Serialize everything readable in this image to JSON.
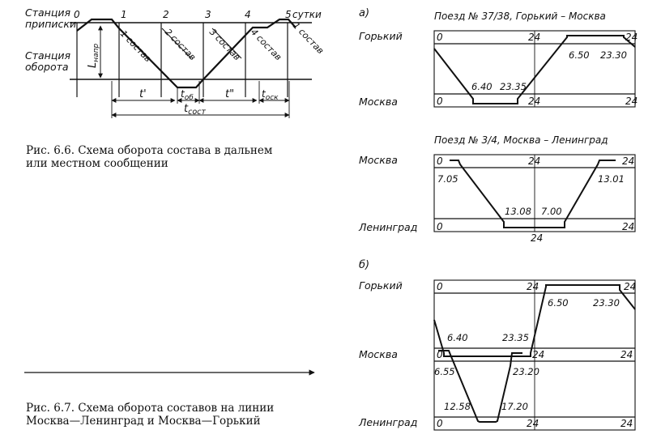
{
  "fig66": {
    "station_home": [
      "Станция",
      "приписки"
    ],
    "station_turn": [
      "Станция",
      "оборота"
    ],
    "tick_labels": [
      "0",
      "1",
      "2",
      "3",
      "4",
      "5"
    ],
    "days_label": "сутки",
    "trains": [
      "1 состав",
      "2 состав",
      "3 состав",
      "4 состав",
      "1 состав"
    ],
    "l_label": "L",
    "l_sub": "напр",
    "t_prime": "t'",
    "t_ob": "t",
    "t_ob_sub": "об",
    "t_dprime": "t\"",
    "t_osn": "t",
    "t_osn_sub": "оск",
    "t_sost": "t",
    "t_sost_sub": "сост",
    "caption": [
      "Рис. 6.6. Схема оборота состава в дальнем",
      "или местном сообщении"
    ]
  },
  "fig67": {
    "caption": [
      "Рис. 6.7. Схема оборота составов на линии",
      "Москва—Ленинград и Москва—Горький"
    ],
    "section_a": "а)",
    "section_b": "б)",
    "a1": {
      "title": "Поезд № 37/38,  Горький – Москва",
      "top_station": "Горький",
      "bottom_station": "Москва",
      "top_marks": [
        "0",
        "24",
        "24"
      ],
      "bottom_marks": [
        "0",
        "24",
        "24"
      ],
      "times": [
        "6.40",
        "23.35",
        "6.50",
        "23.30"
      ]
    },
    "a2": {
      "title": "Поезд № 3/4,  Москва – Ленинград",
      "top_station": "Москва",
      "bottom_station": "Ленинград",
      "top_marks": [
        "0",
        "24",
        "24"
      ],
      "bottom_marks": [
        "0",
        "24",
        "24"
      ],
      "times": [
        "7.05",
        "13.08",
        "7.00",
        "13.01"
      ]
    },
    "b": {
      "stations": [
        "Горький",
        "Москва",
        "Ленинград"
      ],
      "gor_marks": [
        "0",
        "24",
        "24"
      ],
      "mos_marks": [
        "0",
        "24",
        "24"
      ],
      "len_marks": [
        "0",
        "24",
        "24"
      ],
      "times": [
        "6.40",
        "23.35",
        "6.50",
        "23.30",
        "6.55",
        "23.20",
        "12.58",
        "17.20"
      ]
    }
  }
}
